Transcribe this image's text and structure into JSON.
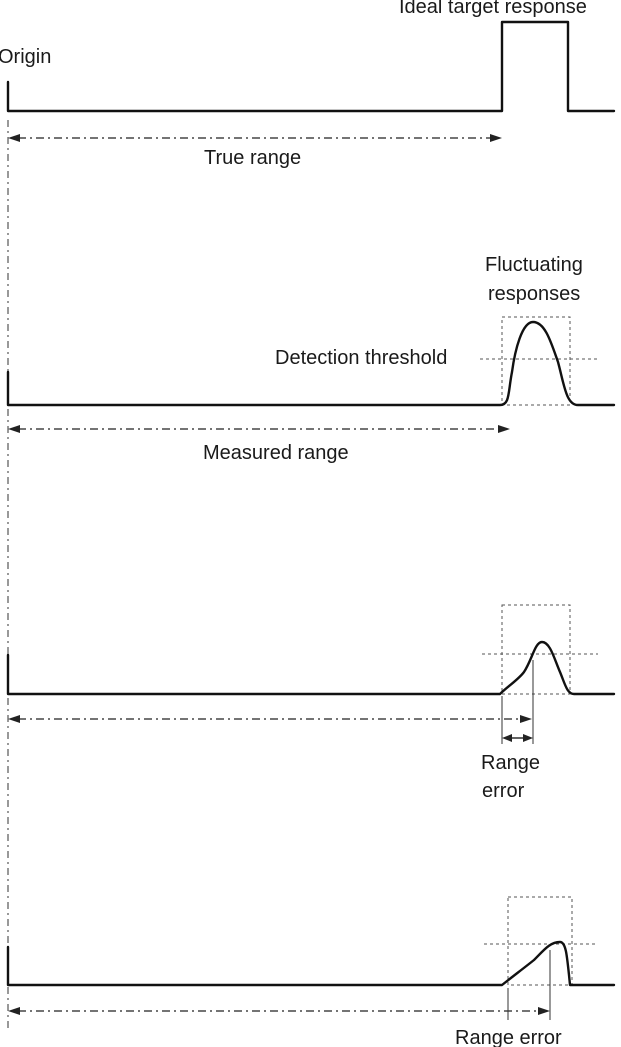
{
  "labels": {
    "origin": "Origin",
    "ideal_target_response": "Ideal target response",
    "true_range": "True range",
    "fluctuating_line1": "Fluctuating",
    "fluctuating_line2": "responses",
    "detection_threshold": "Detection threshold",
    "measured_range": "Measured range",
    "range_error_3_line1": "Range",
    "range_error_3_line2": "error",
    "range_error_4": "Range error"
  }
}
